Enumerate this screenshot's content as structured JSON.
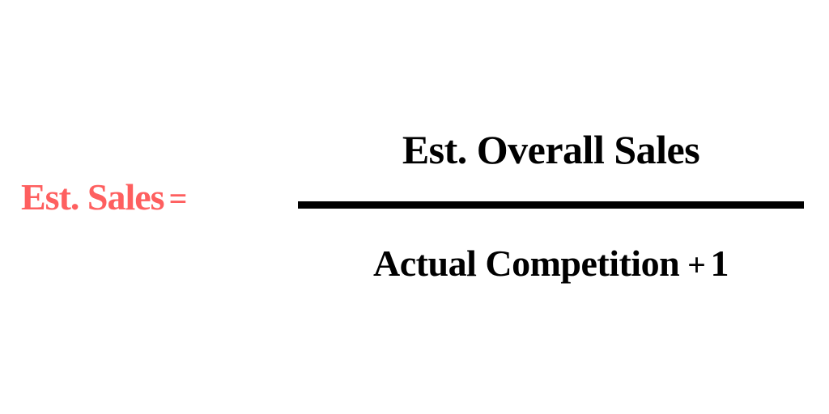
{
  "formula": {
    "lhs": {
      "label": "Est. Sales",
      "operator": "="
    },
    "numerator": "Est. Overall Sales",
    "denominator": {
      "term": "Actual Competition",
      "operator": "+",
      "constant": "1"
    }
  },
  "colors": {
    "lhs": "#fe5f5f",
    "text": "#000000",
    "fraction_bar": "#000000",
    "background": "#ffffff"
  }
}
